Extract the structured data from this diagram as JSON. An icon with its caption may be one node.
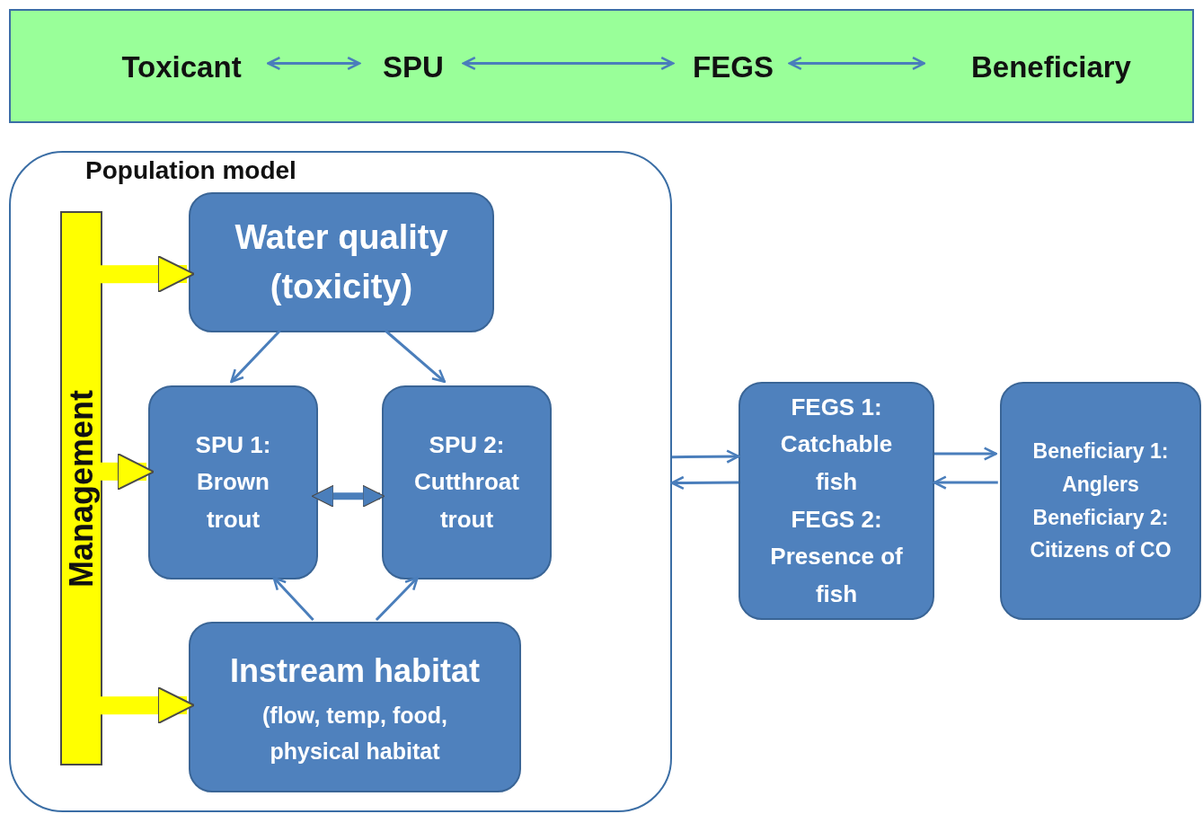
{
  "diagram": {
    "nodes": [
      {
        "text": [],
        "shape": "box"
      },
      {
        "text": [
          "Toxicant"
        ],
        "in": 0
      },
      {
        "text": [
          "SPU"
        ],
        "in": 0
      },
      {
        "text": [
          "FEGS"
        ],
        "in": 0
      },
      {
        "text": [
          "Beneficiary"
        ],
        "in": 0
      },
      {
        "text": [
          "Population model"
        ]
      },
      {
        "text": [
          "Management"
        ],
        "in": 5
      },
      {
        "text": [
          "Water quality (toxicity)"
        ],
        "in": 5
      },
      {
        "text": [
          "SPU 1: Brown trout"
        ],
        "in": 5
      },
      {
        "text": [
          "SPU 2: Cutthroat trout"
        ],
        "in": 5
      },
      {
        "text": [
          "Instream habitat",
          "(flow, temp, food, physical habitat"
        ],
        "in": 5
      },
      {
        "text": [
          "FEGS 1: Catchable fish",
          "FEGS 2: Presence of fish"
        ]
      },
      {
        "text": [
          "Beneficiary 1: Anglers",
          "Beneficiary 2: Citizens of CO"
        ]
      }
    ],
    "edges": [
      {
        "from": 1,
        "to": 2,
        "arrow": "both"
      },
      {
        "from": 2,
        "to": 3,
        "arrow": "both"
      },
      {
        "from": 3,
        "to": 4,
        "arrow": "both"
      },
      {
        "from": 6,
        "to": 7,
        "arrow": "to",
        "style": "thick",
        "color": "#ffff00"
      },
      {
        "from": 6,
        "to": 8,
        "arrow": "to",
        "style": "thick",
        "color": "#ffff00"
      },
      {
        "from": 6,
        "to": 10,
        "arrow": "to",
        "style": "thick",
        "color": "#ffff00"
      },
      {
        "from": 7,
        "to": 8,
        "arrow": "to"
      },
      {
        "from": 7,
        "to": 9,
        "arrow": "to"
      },
      {
        "from": 8,
        "to": 9,
        "arrow": "both",
        "style": "thick"
      },
      {
        "from": 10,
        "to": 8,
        "arrow": "to"
      },
      {
        "from": 10,
        "to": 9,
        "arrow": "to"
      },
      {
        "from": 5,
        "to": 11,
        "arrow": "to"
      },
      {
        "from": 11,
        "to": 5,
        "arrow": "to"
      },
      {
        "from": 11,
        "to": 12,
        "arrow": "to"
      },
      {
        "from": 12,
        "to": 11,
        "arrow": "to"
      }
    ]
  }
}
